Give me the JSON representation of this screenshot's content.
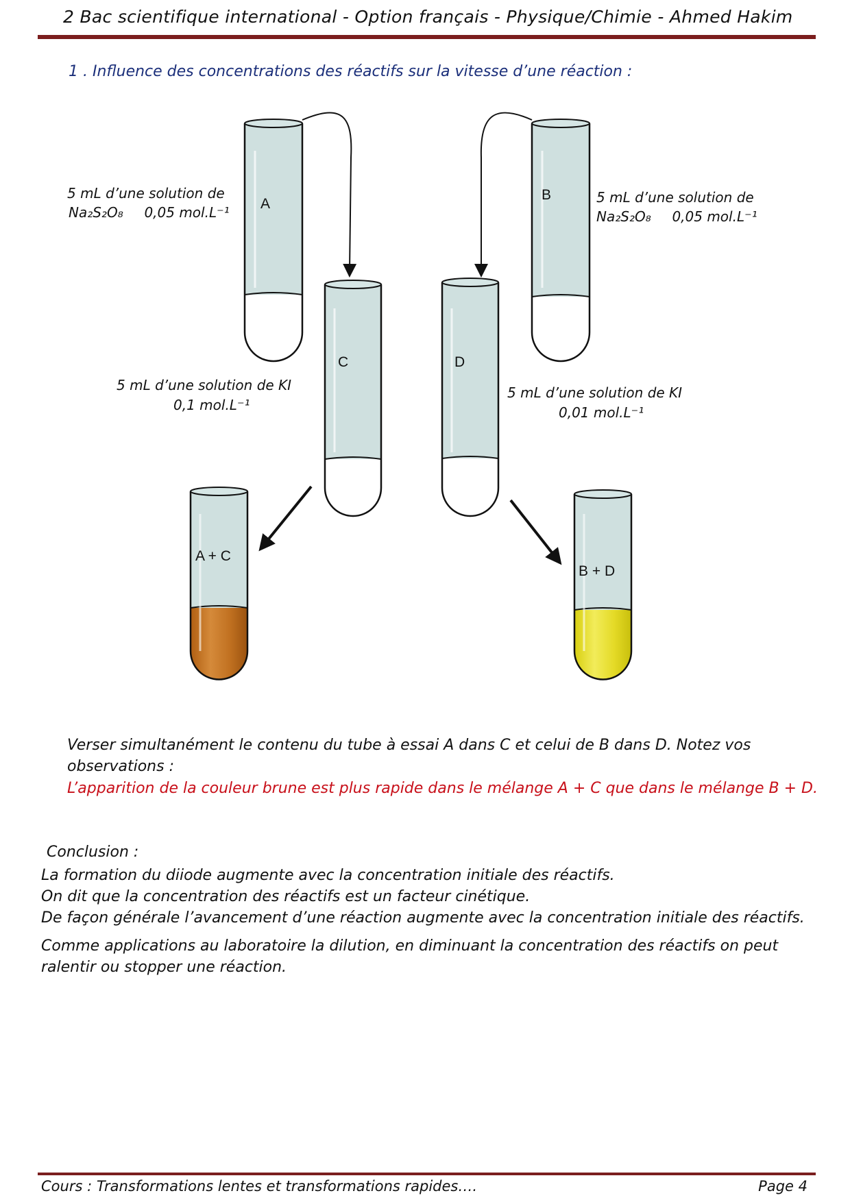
{
  "header": {
    "title": "2 Bac scientifique international - Option français - Physique/Chimie - Ahmed Hakim"
  },
  "section": {
    "title": "1 . Influence des concentrations des réactifs sur la vitesse d’une réaction :"
  },
  "figure": {
    "tubes": {
      "a": {
        "letter": "A"
      },
      "b": {
        "letter": "B"
      },
      "c": {
        "letter": "C"
      },
      "d": {
        "letter": "D"
      },
      "ac": {
        "letter": "A + C"
      },
      "bd": {
        "letter": "B + D"
      }
    },
    "label_a": {
      "line1": "5 mL d’une solution de",
      "formula": "Na₂S₂O₈",
      "conc": "0,05 mol.L⁻¹"
    },
    "label_b": {
      "line1": "5 mL d’une solution de",
      "formula": "Na₂S₂O₈",
      "conc": "0,05 mol.L⁻¹"
    },
    "label_c": {
      "line1": "5 mL d’une solution de KI",
      "conc": "0,1 mol.L⁻¹"
    },
    "label_d": {
      "line1": "5 mL d’une solution de KI",
      "conc": "0,01 mol.L⁻¹"
    },
    "colors": {
      "tube_fill": "#cfe0df",
      "brown_liquid": "#c0741f",
      "yellow_liquid": "#e6dc2a"
    }
  },
  "body": {
    "instruction": "Verser simultanément le contenu du tube à essai A dans C et celui de B dans D. Notez vos observations :",
    "observation": "L’apparition de la couleur brune est plus rapide dans le mélange A + C que dans le mélange B + D."
  },
  "conclusion": {
    "title": "Conclusion :",
    "line1": "La formation du diiode augmente avec la concentration initiale des réactifs.",
    "line2": "On dit que la concentration des réactifs est un facteur cinétique.",
    "line3": "De façon générale l’avancement  d’une réaction augmente avec la concentration initiale des réactifs.",
    "line4": "Comme applications au laboratoire la dilution, en diminuant la concentration des réactifs  on peut ralentir ou stopper une réaction."
  },
  "footer": {
    "left": "Cours : Transformations lentes et transformations rapides….",
    "right": "Page 4"
  }
}
